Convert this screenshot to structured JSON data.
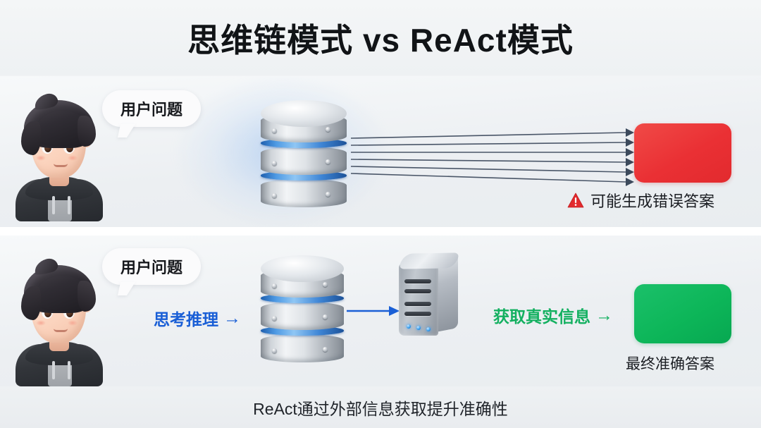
{
  "title": "思维链模式 vs ReAct模式",
  "panels": {
    "cot": {
      "name": "chain-of-thought-panel",
      "bubble": "用户问题",
      "database_icon": "database-icon",
      "arrows_icon": "multi-arrow-fan-icon",
      "arrow_count": 6,
      "answer_box_color": "#ea3034",
      "warning_icon": "warning-triangle-icon",
      "warning_text": "可能生成错误答案"
    },
    "react": {
      "name": "react-panel",
      "bubble": "用户问题",
      "step_think": "思考推理",
      "step_think_color": "#1a5fd6",
      "database_icon": "database-icon",
      "server_icon": "server-tower-icon",
      "step_fetch": "获取真实信息",
      "step_fetch_color": "#13b060",
      "answer_box_color": "#0db659",
      "answer_caption": "最终准确答案",
      "arrow_glyph": "→"
    }
  },
  "footer": {
    "caption": "ReAct通过外部信息获取提升准确性"
  }
}
